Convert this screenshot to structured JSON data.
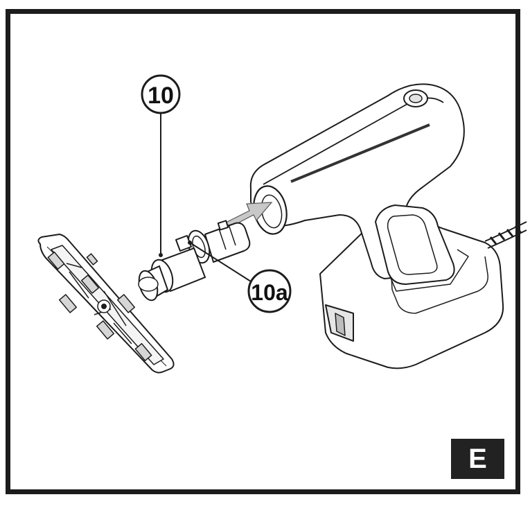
{
  "callouts": {
    "main": "10",
    "sub": "10a"
  },
  "panel_label": "E",
  "colors": {
    "ink": "#1c1c1c",
    "grey_fill": "#d6d6d6",
    "arrow_fill": "#c8c8c8",
    "panel_bg": "#222222"
  },
  "icons": {
    "device": "steam-cleaner-handheld-illustration",
    "accessory": "brush-pad-attachment-illustration",
    "arrow": "insertion-arrow"
  }
}
